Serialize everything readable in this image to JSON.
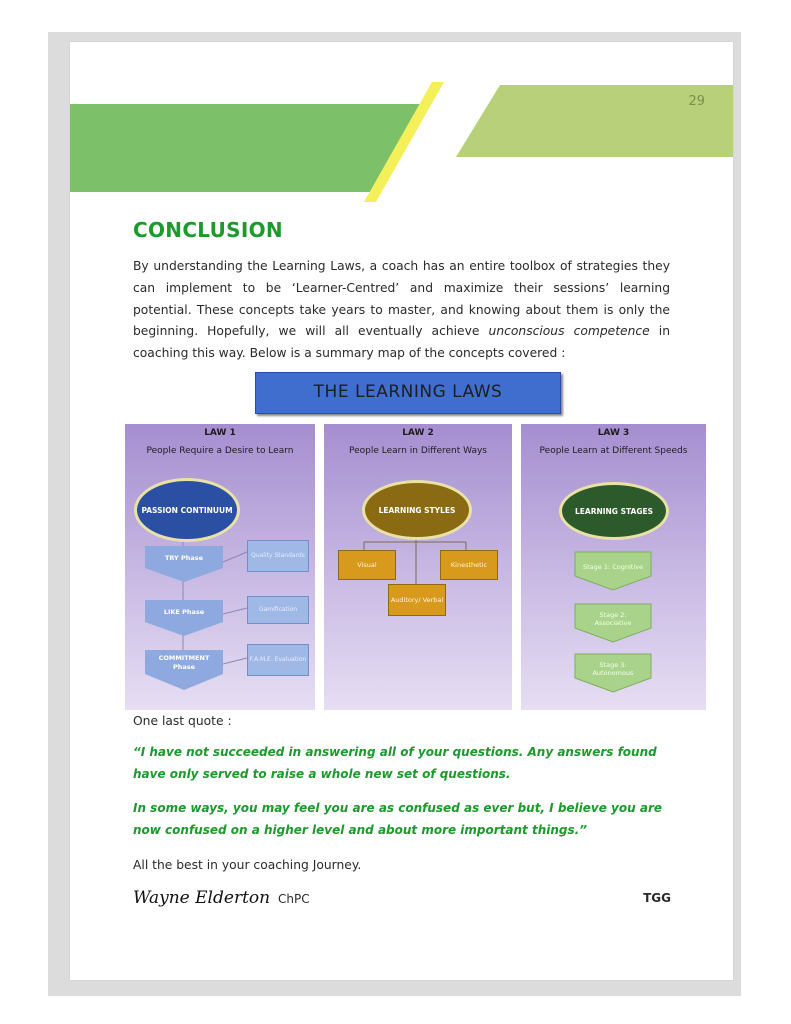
{
  "page": {
    "number": "29",
    "heading": "CONCLUSION",
    "intro_paragraph": {
      "before_emphasis": "By understanding the Learning Laws, a coach has an entire toolbox of strategies they can implement to be ‘Learner-Centred’ and maximize their sessions’ learning potential.  These concepts take years to master, and knowing about them is only the beginning. Hopefully, we will all eventually achieve ",
      "emphasis": "unconscious competence",
      "after_emphasis": " in coaching this way. Below is a summary map of the concepts covered :"
    },
    "colors": {
      "heading_green": "#1c9a2b",
      "banner_green": "#7cc16a",
      "banner_light_green": "#b8d07a",
      "accent_yellow": "#f4f05a"
    }
  },
  "summary_map": {
    "banner_title": "THE LEARNING LAWS",
    "laws": [
      {
        "title": "LAW 1",
        "subtitle": "People Require a Desire to Learn",
        "center": "PASSION CONTINUUM",
        "phases": [
          "TRY Phase",
          "LIKE Phase",
          "COMMITMENT Phase"
        ],
        "notes": [
          "Quality Standards",
          "Gamification",
          "F.A.M.E. Evaluation"
        ]
      },
      {
        "title": "LAW 2",
        "subtitle": "People Learn in Different Ways",
        "center": "LEARNING STYLES",
        "styles": [
          "Visual",
          "Kinesthetic",
          "Auditory/ Verbal"
        ]
      },
      {
        "title": "LAW 3",
        "subtitle": "People Learn at Different Speeds",
        "center": "LEARNING STAGES",
        "stages": [
          "Stage 1: Cognitive",
          "Stage 2: Associative",
          "Stage 3: Autonomous"
        ]
      }
    ]
  },
  "closing": {
    "quote_intro": "One last quote :",
    "quote_line_1": "“I have not succeeded in answering all of your questions. Any answers found have only served to raise a whole new set of questions.",
    "quote_line_2": "In some ways, you may feel you are as confused as ever but, I  believe you are now confused on a higher level and about more important things.”",
    "farewell": "All the best in your coaching Journey.",
    "signature": "Wayne Elderton",
    "credential": "ChPC",
    "organization": "TGG"
  }
}
